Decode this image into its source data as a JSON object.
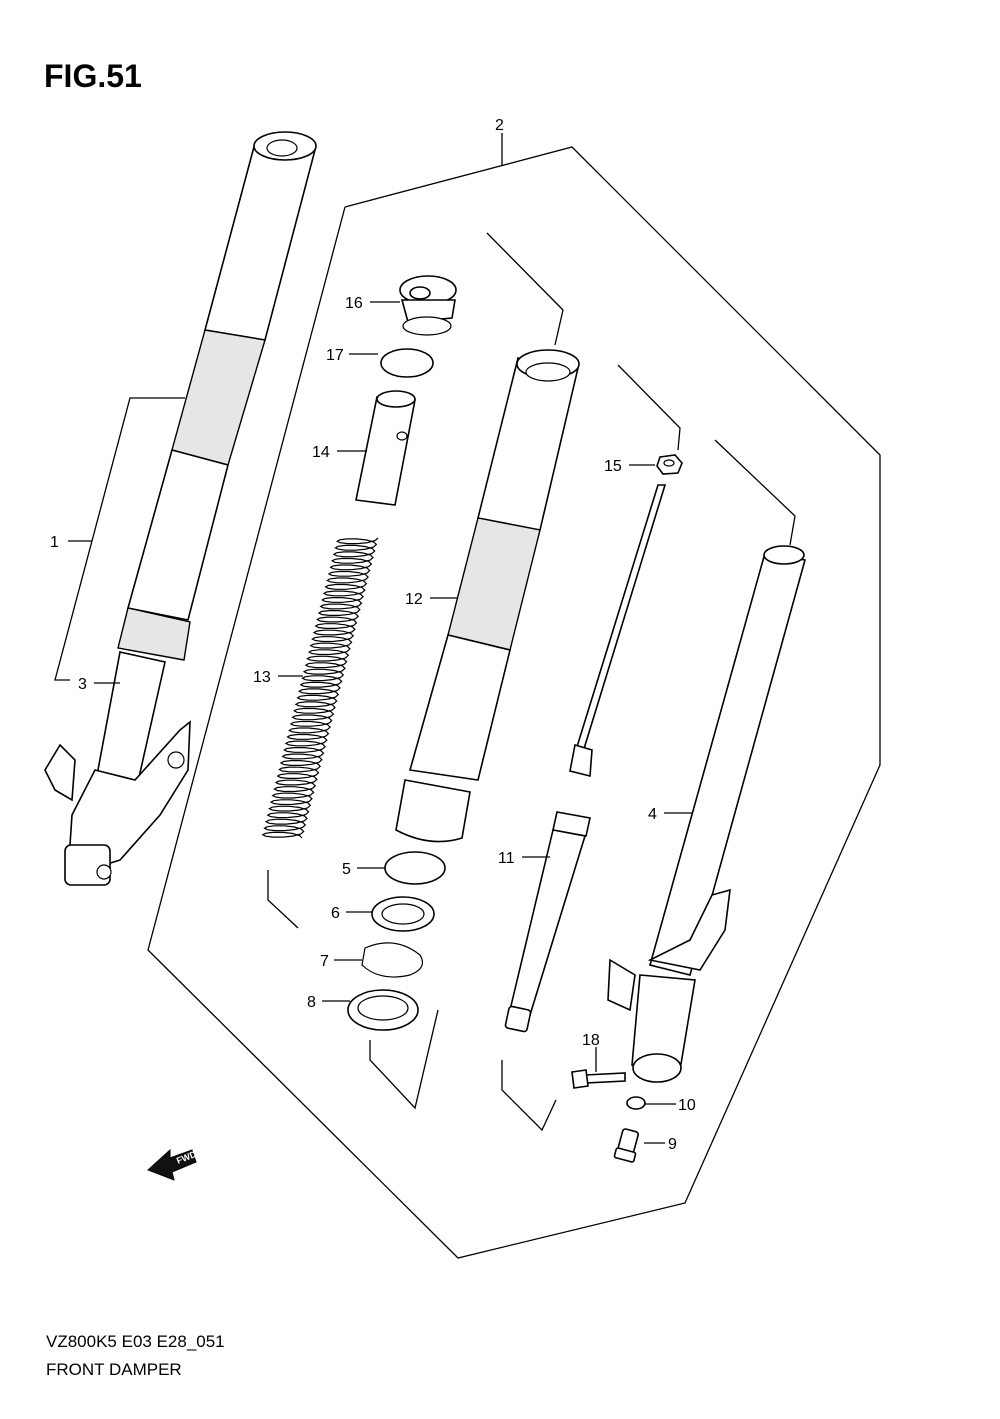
{
  "header": {
    "figure_label": "FIG.51"
  },
  "footer": {
    "model_code": "VZ800K5 E03 E28_051",
    "section_title": "FRONT DAMPER"
  },
  "fwd_arrow": {
    "label": "FWD"
  },
  "callouts": {
    "c1": "1",
    "c2": "2",
    "c3": "3",
    "c4": "4",
    "c5": "5",
    "c6": "6",
    "c7": "7",
    "c8": "8",
    "c9": "9",
    "c10": "10",
    "c11": "11",
    "c12": "12",
    "c13": "13",
    "c14": "14",
    "c15": "15",
    "c16": "16",
    "c17": "17",
    "c18": "18"
  }
}
